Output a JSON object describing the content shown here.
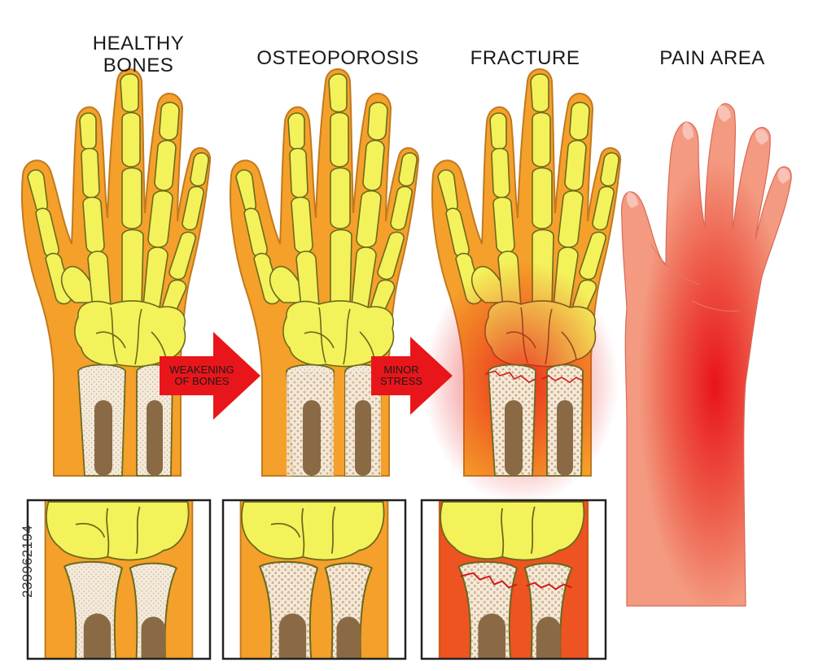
{
  "titles": {
    "healthy": [
      "HEALTHY",
      "BONES"
    ],
    "osteoporosis": "OSTEOPOROSIS",
    "fracture": "FRACTURE",
    "pain_area": "PAIN AREA"
  },
  "arrows": {
    "weakening": [
      "WEAKENING",
      "OF BONES"
    ],
    "minor_stress": [
      "MINOR",
      "STRESS"
    ]
  },
  "watermark_id": "239962194",
  "colors": {
    "tissue": "#f5a02a",
    "tissue_outline": "#c07a20",
    "bone": "#f4f25a",
    "bone_outline": "#6b6a1e",
    "marrow": "#8a6a45",
    "spongy_bone": "#f3eadc",
    "pain_red": "#e8161a",
    "arrow_red": "#e8161a",
    "skin": "#f28a72",
    "frame": "#222222"
  }
}
